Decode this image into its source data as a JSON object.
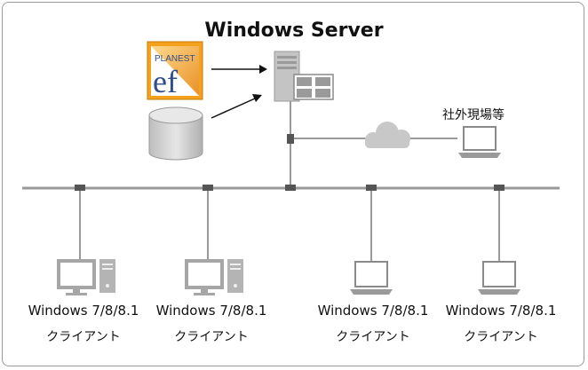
{
  "title": "Windows Server",
  "logo": {
    "brand": "PLANEST",
    "mark": "ef"
  },
  "remote": {
    "label": "社外現場等"
  },
  "clients": [
    {
      "os": "Windows 7/8/8.1",
      "role": "クライアント",
      "device": "desktop"
    },
    {
      "os": "Windows 7/8/8.1",
      "role": "クライアント",
      "device": "desktop"
    },
    {
      "os": "Windows 7/8/8.1",
      "role": "クライアント",
      "device": "laptop"
    },
    {
      "os": "Windows 7/8/8.1",
      "role": "クライアント",
      "device": "laptop"
    }
  ],
  "colors": {
    "line": "#9a9a9a",
    "device": "#a6a6a6",
    "connector": "#555555",
    "logo_orange": "#f28c00",
    "logo_blue": "#2d4e8a"
  },
  "icons": [
    "server-icon",
    "database-icon",
    "cloud-icon",
    "laptop-icon",
    "desktop-icon"
  ]
}
